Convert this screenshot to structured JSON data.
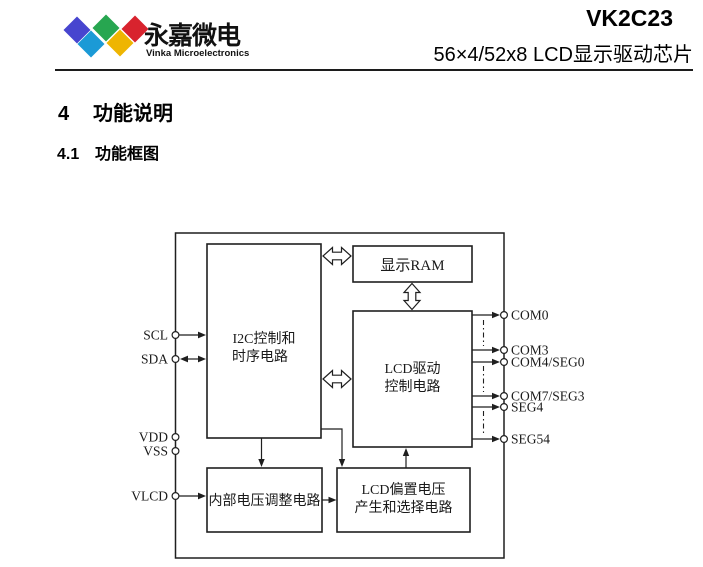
{
  "header": {
    "logo": {
      "brand": "永嘉微电",
      "tagline": "Vinka Microelectronics",
      "colors": {
        "blue": "#4745cf",
        "cyan": "#1b9ad6",
        "green": "#27a650",
        "yellow": "#eeb502",
        "red": "#d8232e"
      }
    },
    "part_number": "VK2C23",
    "subtitle": {
      "latin": "56×4/52x8 LCD",
      "cn": "显示驱动芯片"
    }
  },
  "sections": {
    "h1_number": "4",
    "h1_title": "功能说明",
    "h2_number": "4.1",
    "h2_title": "功能框图"
  },
  "diagram": {
    "blocks": {
      "i2c_line1": "I2C控制和",
      "i2c_line2": "时序电路",
      "ram": "显示RAM",
      "lcd_line1": "LCD驱动",
      "lcd_line2": "控制电路",
      "internal_voltage": "内部电压调整电路",
      "bias_line1": "LCD偏置电压",
      "bias_line2": "产生和选择电路"
    },
    "left_pins": [
      "SCL",
      "SDA",
      "VDD",
      "VSS",
      "VLCD"
    ],
    "right_pins": [
      "COM0",
      "COM3",
      "COM4/SEG0",
      "COM7/SEG3",
      "SEG4",
      "SEG54"
    ]
  }
}
